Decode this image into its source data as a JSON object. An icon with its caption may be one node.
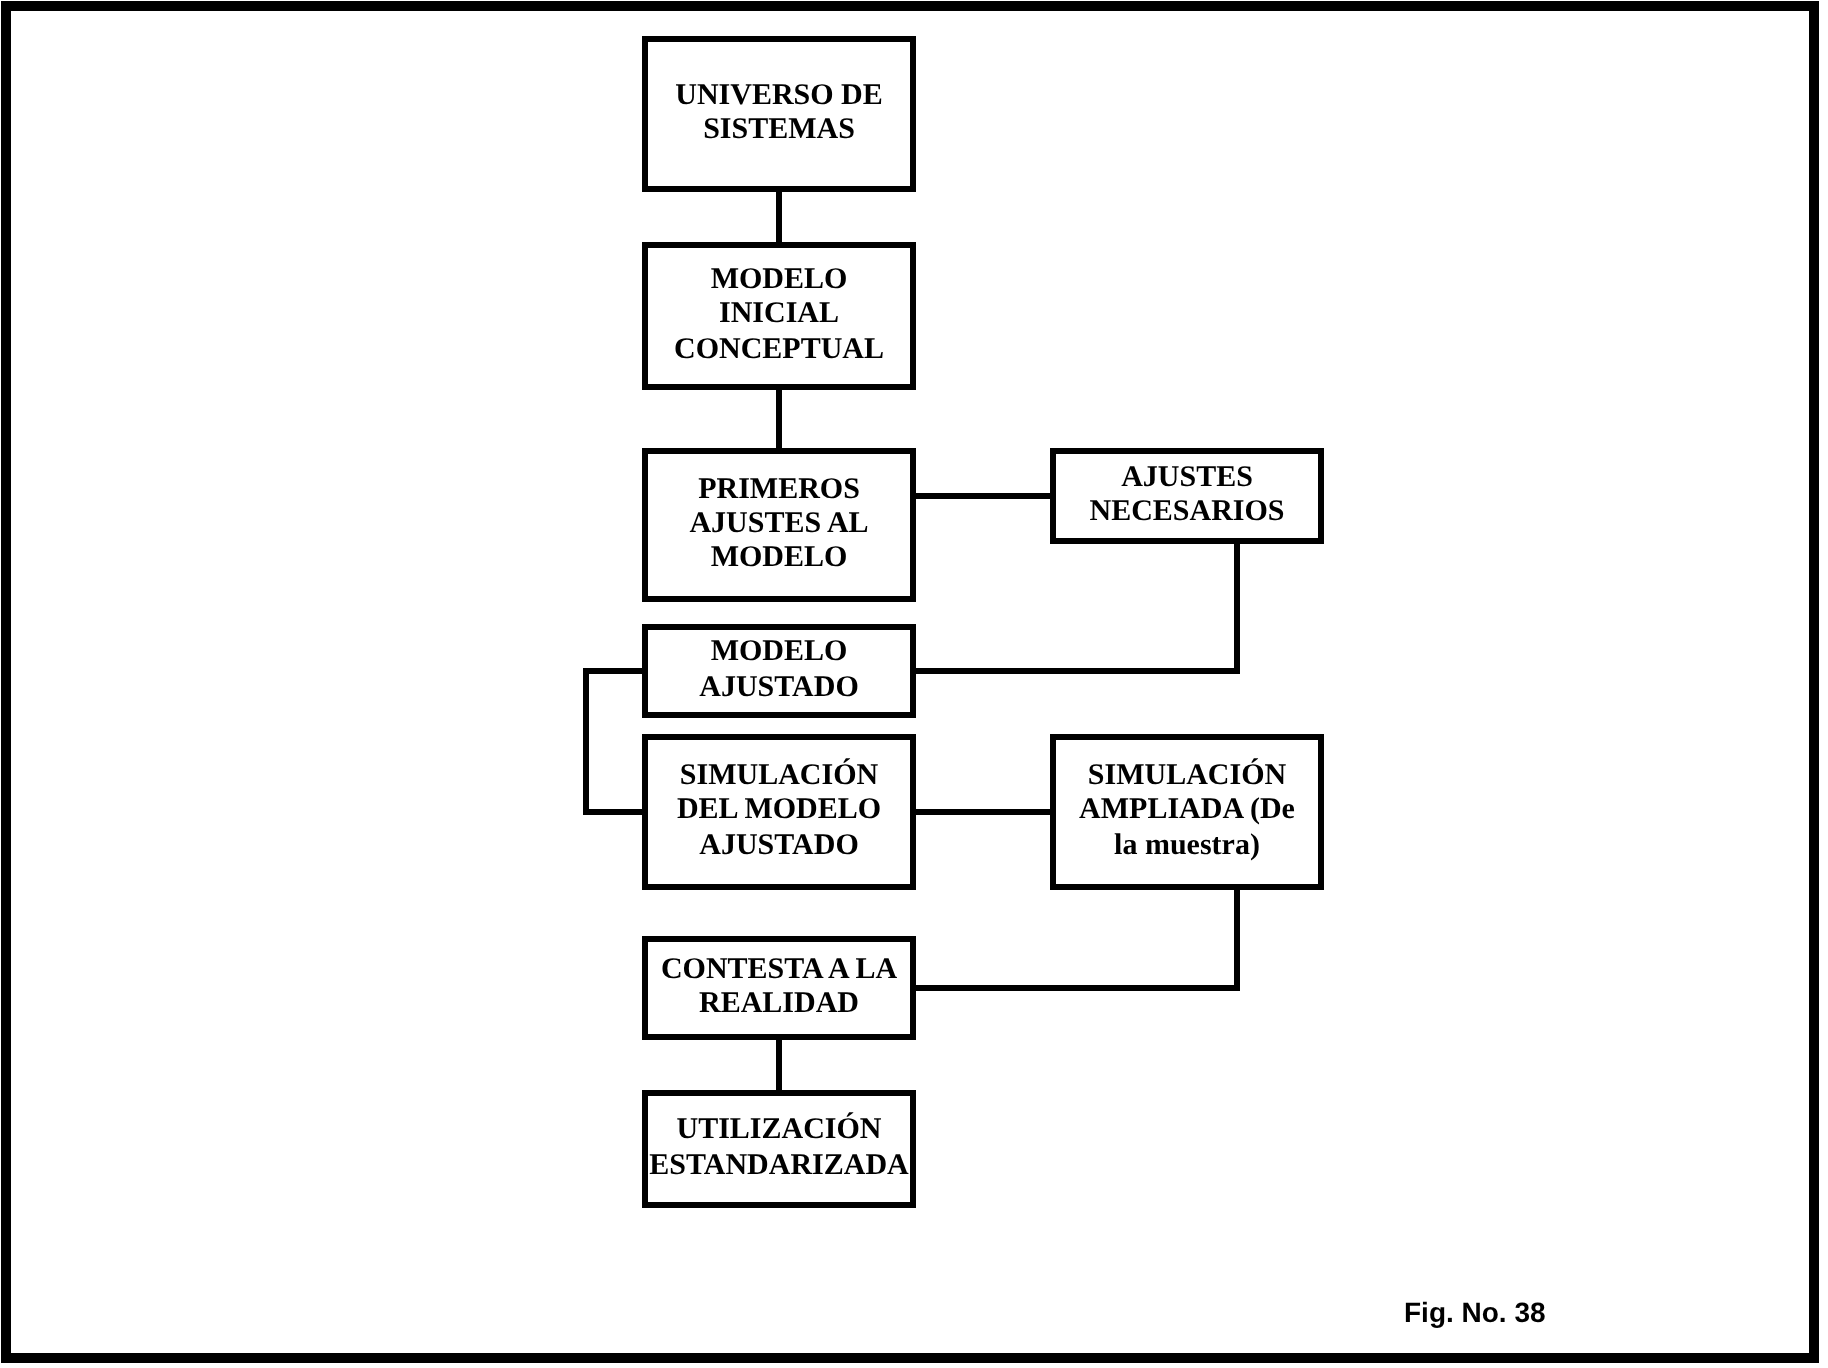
{
  "diagram": {
    "nodes": [
      {
        "text": [
          "UNIVERSO DE SISTEMAS"
        ]
      },
      {
        "text": [
          "MODELO INICIAL CONCEPTUAL"
        ]
      },
      {
        "text": [
          "PRIMEROS AJUSTES AL MODELO"
        ]
      },
      {
        "text": [
          "AJUSTES NECESARIOS"
        ]
      },
      {
        "text": [
          "MODELO AJUSTADO"
        ]
      },
      {
        "text": [
          "SIMULACIÓN DEL MODELO AJUSTADO"
        ]
      },
      {
        "text": [
          "SIMULACIÓN AMPLIADA (De la muestra)"
        ]
      },
      {
        "text": [
          "CONTESTA A LA REALIDAD"
        ]
      },
      {
        "text": [
          "UTILIZACIÓN ESTANDARIZADA"
        ]
      }
    ],
    "edges": [
      {
        "from": 0,
        "to": 1,
        "arrow": "none"
      },
      {
        "from": 1,
        "to": 2,
        "arrow": "none"
      },
      {
        "from": 2,
        "to": 3,
        "arrow": "none"
      },
      {
        "from": 3,
        "to": 4,
        "arrow": "none"
      },
      {
        "from": 4,
        "to": 5,
        "arrow": "none"
      },
      {
        "from": 5,
        "to": 6,
        "arrow": "none"
      },
      {
        "from": 6,
        "to": 7,
        "arrow": "none"
      },
      {
        "from": 7,
        "to": 8,
        "arrow": "none"
      }
    ],
    "labels": [
      "Fig. No. 38"
    ]
  }
}
